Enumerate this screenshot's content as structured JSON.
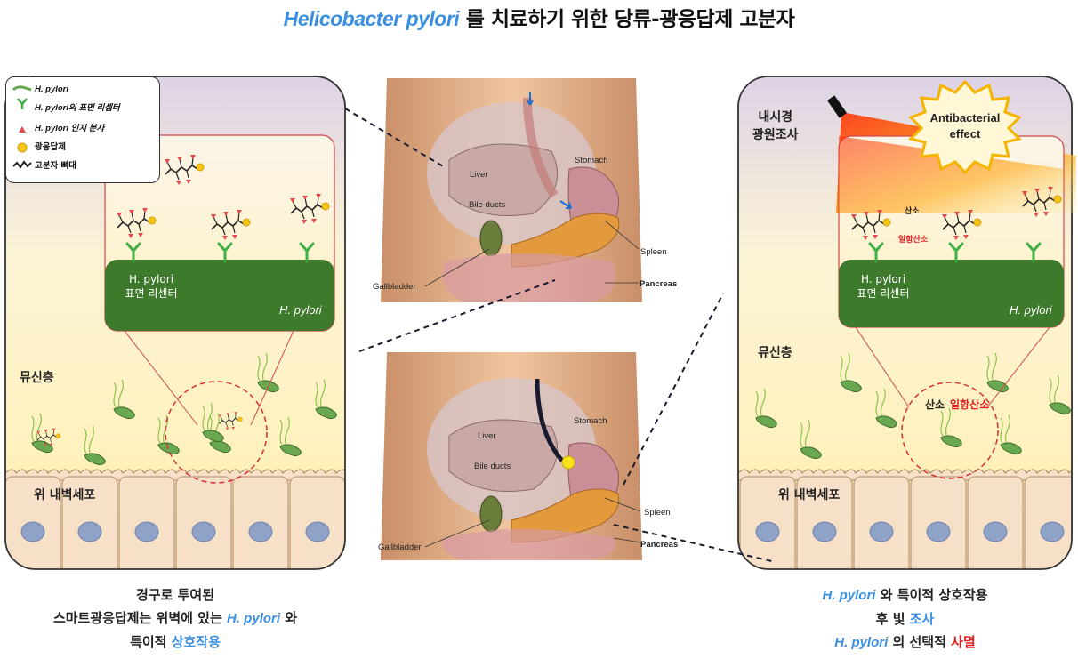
{
  "title": {
    "italic": "Helicobacter pylori",
    "rest": " 를 치료하기 위한 당류-광응답제 고분자"
  },
  "legend": {
    "items": [
      {
        "label": "H. pylori",
        "icon": "bacterium-icon"
      },
      {
        "label": "H. pylori의 표면 리셉터",
        "icon": "receptor-icon"
      },
      {
        "label": "H. pylori 인지 분자",
        "icon": "triangle-icon"
      },
      {
        "label": "광응답제",
        "icon": "sun-icon"
      },
      {
        "label": "고분자 뼈대",
        "icon": "backbone-icon"
      }
    ]
  },
  "left_panel": {
    "receptor_label_1": "H. pylori",
    "receptor_label_2": "표면 리센터",
    "cell_label": "H. pylori",
    "mucus_label": "뮤신층",
    "epithelium_label": "위 내벽세포"
  },
  "right_panel": {
    "endoscope_line1": "내시경",
    "endoscope_line2": "광원조사",
    "effect_line1": "Antibacterial",
    "effect_line2": "effect",
    "oxygen_label": "산소",
    "singlet_label": "일항산소",
    "receptor_label_1": "H. pylori",
    "receptor_label_2": "표면 리센터",
    "cell_label": "H. pylori",
    "mucus_label": "뮤신층",
    "zoom_oxygen": "산소",
    "zoom_singlet": "일항산소",
    "epithelium_label": "위 내벽세포"
  },
  "anatomy": {
    "liver": "Liver",
    "bile_ducts": "Bile ducts",
    "stomach": "Stomach",
    "spleen": "Spleen",
    "gallbladder": "Gallbladder",
    "pancreas": "Pancreas"
  },
  "captions": {
    "left_l1": "경구로 투여된",
    "left_l2a": "스마트광응답제는  위벽에 있는 ",
    "left_l2b": "H. pylori",
    "left_l2c": " 와",
    "left_l3a": "특이적 ",
    "left_l3b": "상호작용",
    "right_l1a": "H. pylori",
    "right_l1b": " 와 특이적 상호작용",
    "right_l2a": "후 빛 ",
    "right_l2b": "조사",
    "right_l3a": "H. pylori",
    "right_l3b": " 의 선택적 ",
    "right_l3c": "사멸"
  }
}
